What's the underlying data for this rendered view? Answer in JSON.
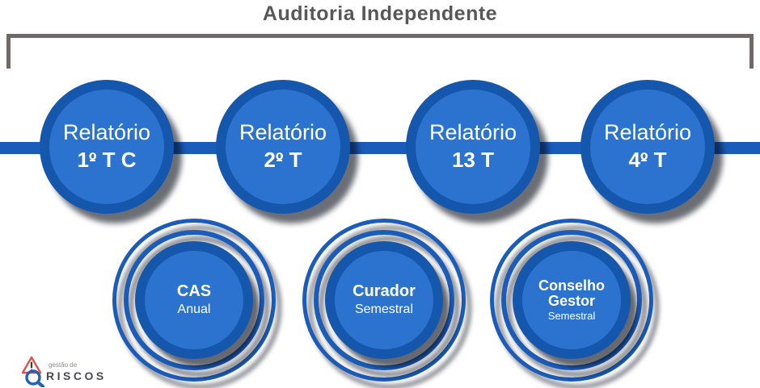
{
  "title": "Auditoria Independente",
  "reports": [
    {
      "line1": "Relatório",
      "num": "1",
      "ord": "º",
      "suffix": "T C"
    },
    {
      "line1": "Relatório",
      "num": "2",
      "ord": "º",
      "suffix": "T"
    },
    {
      "line1": "Relatório",
      "num": "13",
      "ord": "",
      "suffix": "T"
    },
    {
      "line1": "Relatório",
      "num": "4",
      "ord": "º",
      "suffix": "T"
    }
  ],
  "committees": [
    {
      "name": "CAS",
      "frequency": "Anual"
    },
    {
      "name": "Curador",
      "frequency": "Semestral"
    },
    {
      "name": "Conselho Gestor",
      "frequency": "Semestral"
    }
  ],
  "logo": {
    "tagline": "gestão de",
    "brand": "RISCOS",
    "alert_mark": "!"
  },
  "colors": {
    "circle_ring": "#1557ac",
    "circle_fill": "#2c73cf",
    "connector_bar": "#1a5bbc",
    "outer_rings": "#1a5cb8",
    "bracket": "#6f6a67",
    "title_text": "#58585a",
    "logo_triangle": "#e0524e",
    "logo_magnifier": "#1f64b4",
    "text_on_blue": "#ffffff"
  }
}
